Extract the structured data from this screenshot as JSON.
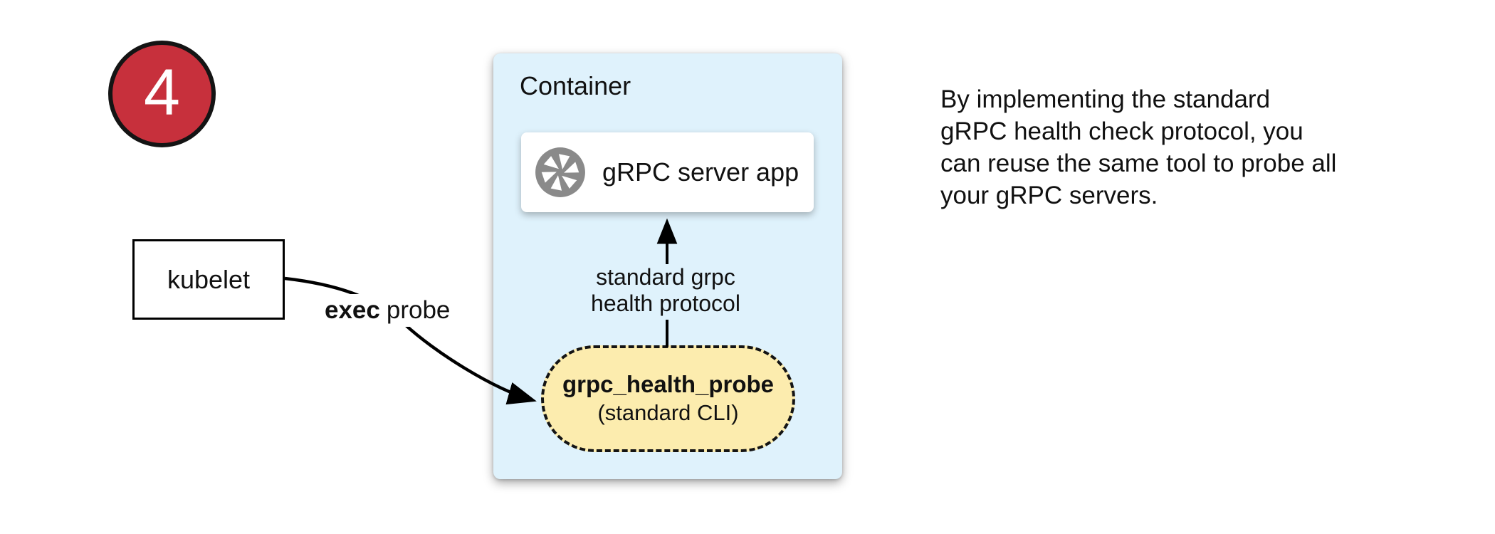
{
  "badge": {
    "number": "4"
  },
  "kubelet_box": {
    "label": "kubelet"
  },
  "container": {
    "title": "Container"
  },
  "server_app_card": {
    "label": "gRPC server app",
    "icon": "grpc-aperture-icon"
  },
  "protocol_arrow": {
    "label_line1": "standard grpc",
    "label_line2": "health protocol"
  },
  "exec_probe": {
    "bold": "exec",
    "regular": "probe"
  },
  "probe_pill": {
    "name": "grpc_health_probe",
    "subtitle": "(standard CLI)"
  },
  "description": {
    "lines": [
      "By implementing the standard",
      "gRPC health check protocol, you",
      "can reuse the same tool to probe all",
      "your gRPC servers."
    ]
  },
  "colors": {
    "badge_red": "#C7303C",
    "container_blue": "#DFF2FC",
    "pill_yellow": "#FCECAE",
    "icon_gray": "#8A8A8A",
    "line_black": "#000000"
  }
}
